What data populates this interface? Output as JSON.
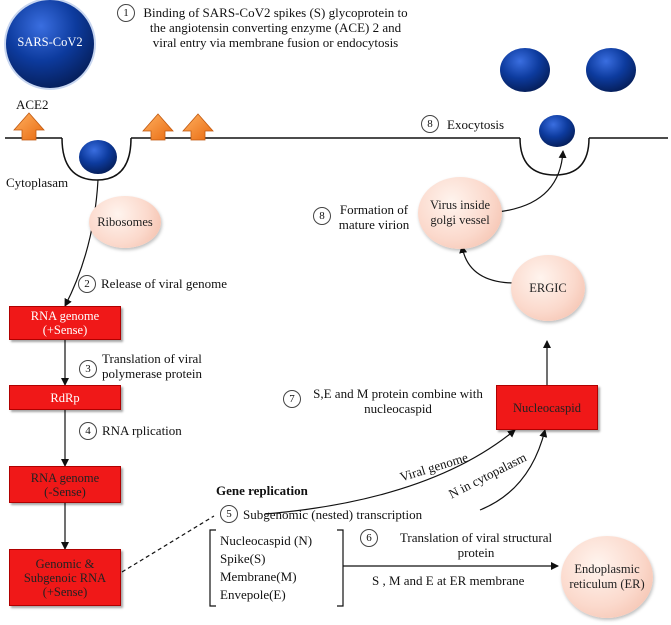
{
  "virus_label": "SARS-CoV2",
  "receptor_label": "ACE2",
  "cytoplasm_label": "Cytoplasam",
  "steps": {
    "s1": {
      "num": "1",
      "text": "Binding of SARS-CoV2 spikes (S) glycoprotein to the angiotensin converting enzyme (ACE) 2 and viral entry via membrane fusion or endocytosis"
    },
    "s2": {
      "num": "2",
      "text": "Release of viral genome"
    },
    "s3": {
      "num": "3",
      "text": "Translation of viral polymerase protein"
    },
    "s4": {
      "num": "4",
      "text": "RNA rplication"
    },
    "s5": {
      "num": "5",
      "text": "Subgenomic (nested) transcription"
    },
    "s6": {
      "num": "6",
      "text": "Translation of viral structural protein"
    },
    "s7": {
      "num": "7",
      "text": "S,E and M protein combine with nucleocaspid"
    },
    "s8a": {
      "num": "8",
      "text": "Exocytosis"
    },
    "s8b": {
      "num": "8",
      "text": "Formation of mature virion"
    }
  },
  "boxes": {
    "rna_pos": "RNA genome (+Sense)",
    "rdrp": "RdRp",
    "rna_neg": "RNA genome (-Sense)",
    "genomic": "Genomic & Subgenoic RNA (+Sense)",
    "nucleocapsid": "Nucleocaspid"
  },
  "bubbles": {
    "ribosomes": "Ribosomes",
    "ergic": "ERGIC",
    "golgi": "Virus inside golgi vessel",
    "er": "Endoplasmic reticulum (ER)"
  },
  "gene_replication_title": "Gene replication",
  "proteins": [
    "Nucleocaspid (N)",
    "Spike(S)",
    "Membrane(M)",
    "Envepole(E)"
  ],
  "arrow_labels": {
    "viral_genome": "Viral genome",
    "n_cytoplasm": "N in cytopalasm",
    "er_membrane": "S , M and E at ER membrane"
  },
  "colors": {
    "virus_blue": "#0d3b9e",
    "box_red": "#f01818",
    "receptor_orange": "#f58220",
    "bubble_pink": "#fbd9cc"
  }
}
